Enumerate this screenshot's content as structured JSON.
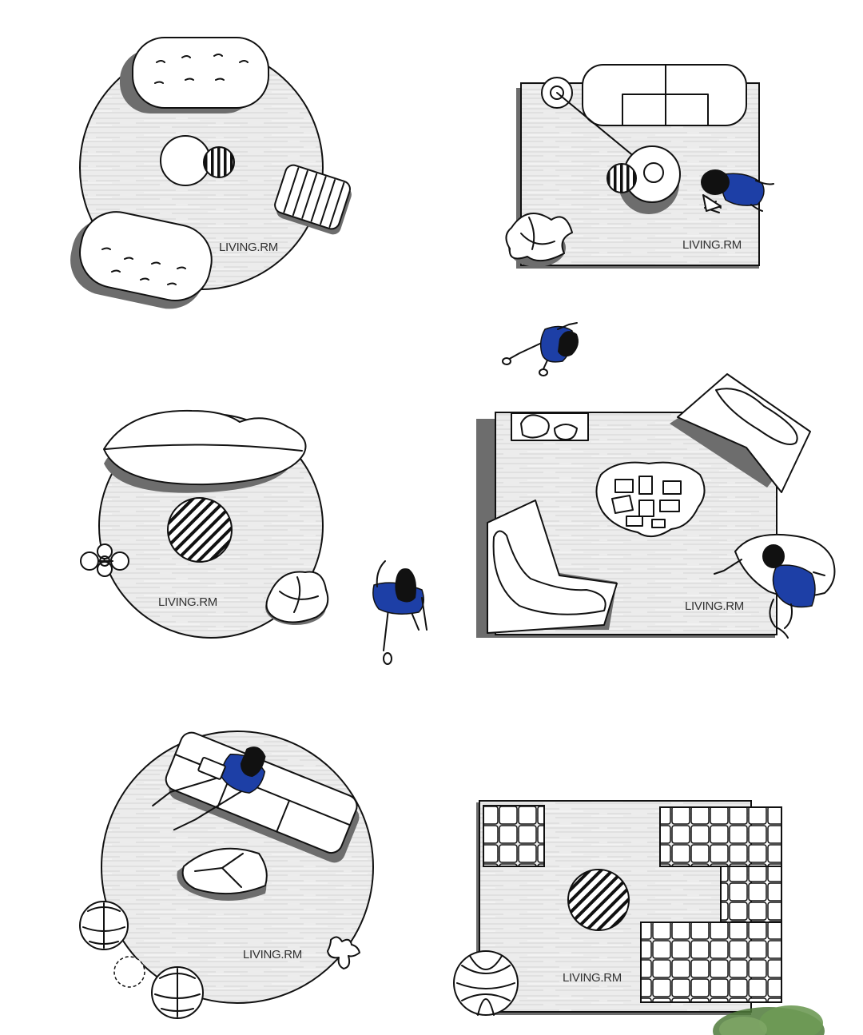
{
  "labels": {
    "layout_1": "LIVING.RM",
    "layout_2": "LIVING.RM",
    "layout_3": "LIVING.RM",
    "layout_4": "LIVING.RM",
    "layout_5": "LIVING.RM",
    "layout_6": "LIVING.RM"
  },
  "colors": {
    "figure_shirt": "#1d3fa6",
    "rug_fill": "#e9e9e9",
    "outline": "#111111",
    "shadow": "#6d6d6d",
    "plant": "#4f7a3a"
  }
}
